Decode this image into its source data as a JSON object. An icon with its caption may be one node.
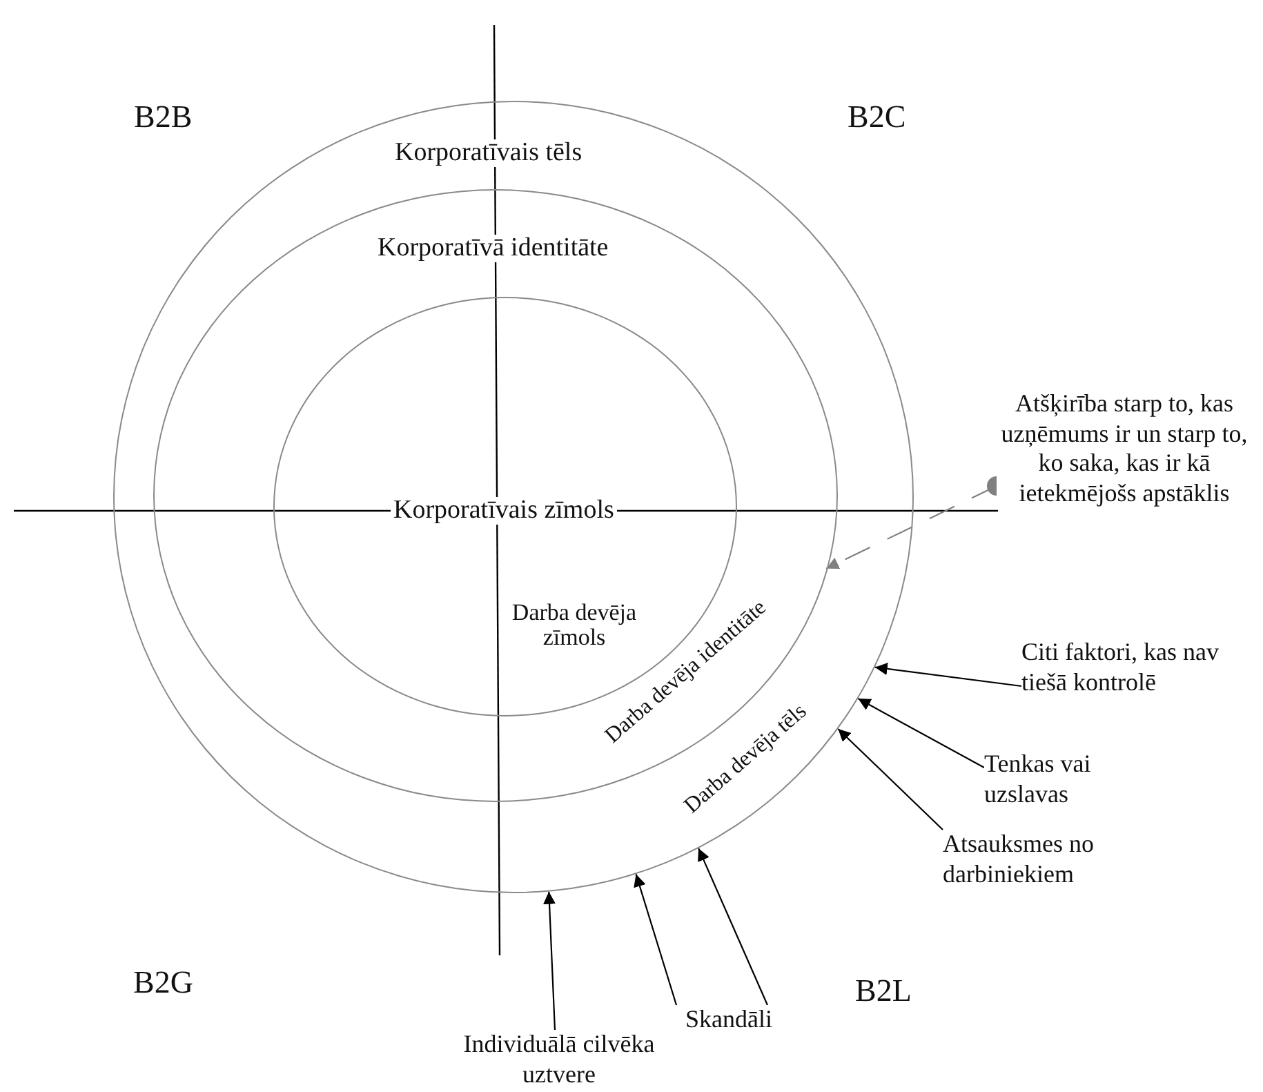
{
  "diagram": {
    "nodes": [
      {
        "text": [
          "Korporatīvais tēls"
        ]
      },
      {
        "text": [
          "Korporatīvā identitāte"
        ],
        "in": 0
      },
      {
        "text": [
          "Korporatīvais zīmols",
          "Darba devēja zīmols"
        ],
        "in": 1
      },
      {
        "text": [
          "Atšķirība starp to, kas uzņēmums ir un starp to, ko saka, kas ir kā ietekmējošs apstāklis"
        ]
      },
      {
        "text": [
          "Citi faktori, kas nav tiešā kontrolē"
        ]
      },
      {
        "text": [
          "Tenkas vai uzslavas"
        ]
      },
      {
        "text": [
          "Atsauksmes no darbiniekiem"
        ]
      },
      {
        "text": [
          "Skandāli"
        ]
      },
      {
        "text": [
          "Individuālā cilvēka uztvere"
        ]
      }
    ],
    "edges": [
      {
        "from": 3,
        "to": 1,
        "arrow": "to",
        "style": "dashed",
        "color": "#808080"
      },
      {
        "from": 4,
        "to": 0,
        "arrow": "to"
      },
      {
        "from": 5,
        "to": 0,
        "arrow": "to"
      },
      {
        "from": 6,
        "to": 0,
        "arrow": "to"
      },
      {
        "from": 7,
        "to": 0,
        "arrow": "to"
      },
      {
        "from": 7,
        "to": 0,
        "arrow": "to"
      },
      {
        "from": 8,
        "to": 0,
        "arrow": "to"
      }
    ],
    "labels": [
      "B2B",
      "B2C",
      "Darba devēja identitāte",
      "Darba devēja tēls",
      "B2G",
      "B2L"
    ]
  }
}
